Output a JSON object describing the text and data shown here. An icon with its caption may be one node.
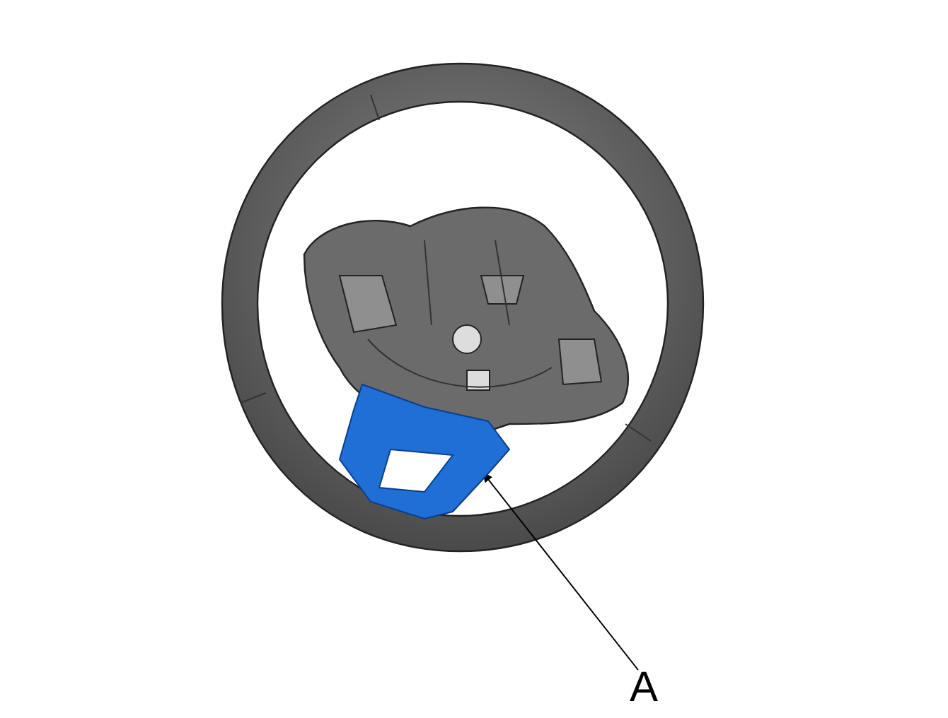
{
  "diagram": {
    "nodes": [
      {
        "text": [
          "A"
        ]
      },
      {
        "text": [],
        "shape": "picture"
      }
    ],
    "edges": [
      {
        "from": 0,
        "to": 1,
        "arrow": "to"
      }
    ]
  }
}
